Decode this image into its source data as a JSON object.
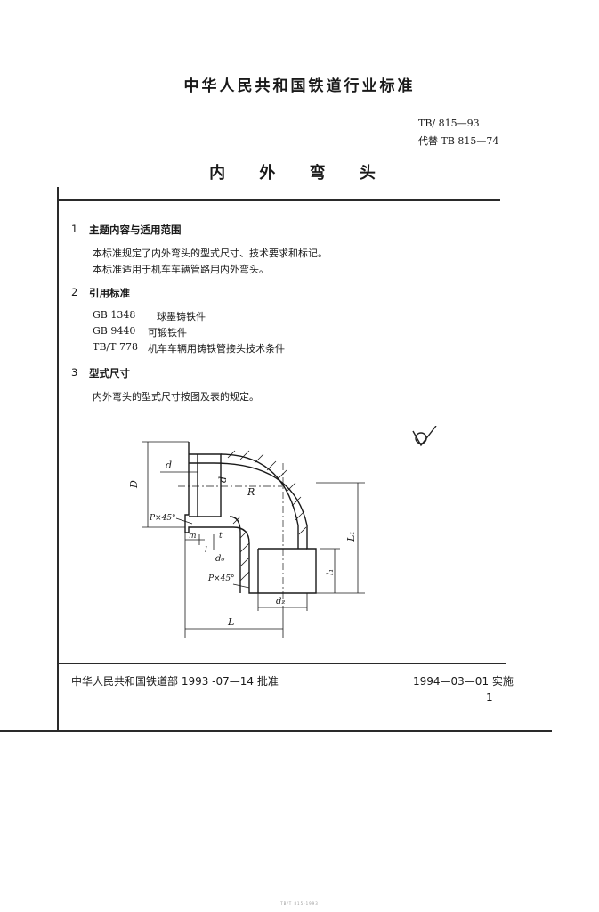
{
  "header": {
    "standard_body": "中华人民共和国铁道行业标准",
    "code": "TB/ 815—93",
    "replaces": "代替 TB 815—74"
  },
  "title": "内 外 弯 头",
  "sections": [
    {
      "num": "1",
      "title": "主题内容与适用范围",
      "paragraphs": [
        "本标准规定了内外弯头的型式尺寸、技术要求和标记。",
        "本标准适用于机车车辆管路用内外弯头。"
      ]
    },
    {
      "num": "2",
      "title": "引用标准",
      "refs": [
        {
          "code": "GB 1348",
          "name": "球墨铸铁件"
        },
        {
          "code": "GB 9440",
          "name": "可锻铁件"
        },
        {
          "code": "TB/T 778",
          "name": "机车车辆用铸铁管接头技术条件"
        }
      ]
    },
    {
      "num": "3",
      "title": "型式尺寸",
      "paragraphs": [
        "内外弯头的型式尺寸按图及表的规定。"
      ]
    }
  ],
  "drawing_labels": {
    "D": "D",
    "d": "d",
    "d_inner": "d",
    "R": "R",
    "P": "P×45°",
    "t": "t",
    "m": "m",
    "l": "l",
    "d0": "d₀",
    "P2": "P×45°",
    "L1": "L₁",
    "l1": "l₁",
    "d2": "d₂",
    "L": "L"
  },
  "footer": {
    "issuer": "中华人民共和国铁道部 1993 -07—14 批准",
    "effective": "1994—03—01 实施",
    "page": "1"
  },
  "bottom_note": "TB/T 815-1993"
}
